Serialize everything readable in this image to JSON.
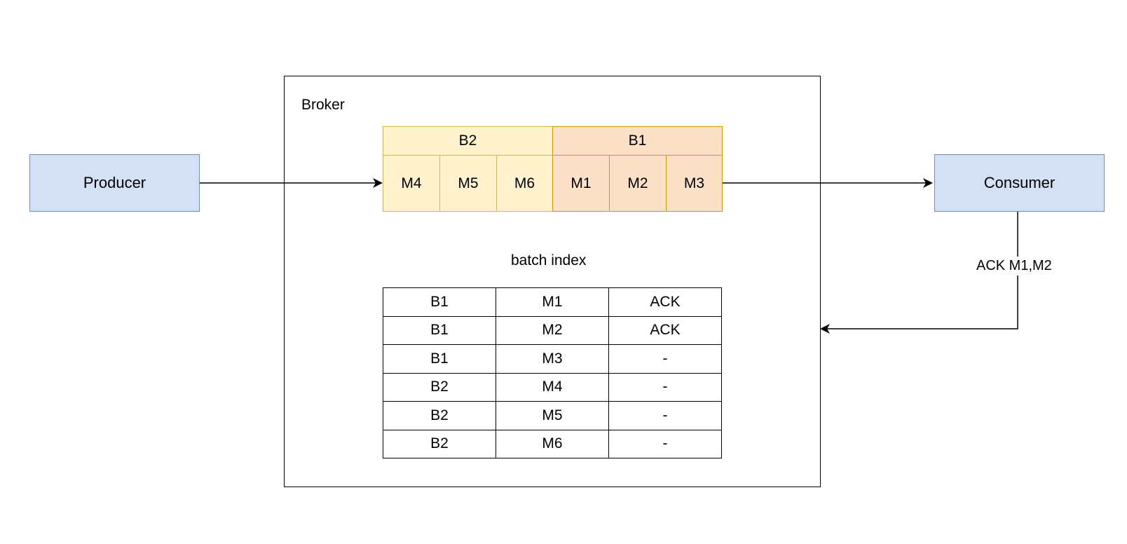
{
  "producer": {
    "label": "Producer"
  },
  "consumer": {
    "label": "Consumer"
  },
  "broker": {
    "label": "Broker"
  },
  "queue": {
    "batches": [
      "B2",
      "B1"
    ],
    "messages": [
      "M4",
      "M5",
      "M6",
      "M1",
      "M2",
      "M3"
    ]
  },
  "batch_index": {
    "title": "batch index",
    "rows": [
      [
        "B1",
        "M1",
        "ACK"
      ],
      [
        "B1",
        "M2",
        "ACK"
      ],
      [
        "B1",
        "M3",
        "-"
      ],
      [
        "B2",
        "M4",
        "-"
      ],
      [
        "B2",
        "M5",
        "-"
      ],
      [
        "B2",
        "M6",
        "-"
      ]
    ]
  },
  "ack_edge": {
    "label": "ACK M1,M2"
  }
}
